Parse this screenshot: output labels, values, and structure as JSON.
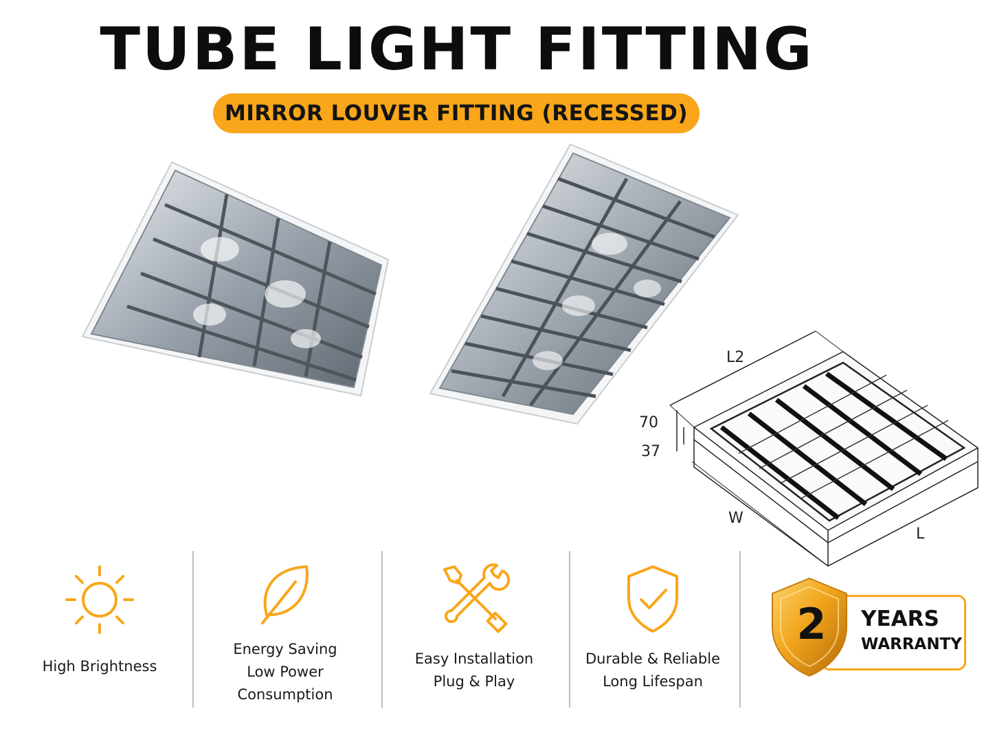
{
  "title": "TUBE LIGHT FITTING",
  "subtitle": "MIRROR LOUVER FITTING (RECESSED)",
  "colors": {
    "accent": "#f9a61a",
    "text": "#111111",
    "divider": "#bdbdbd"
  },
  "diagram": {
    "labels": {
      "l2": "L2",
      "h70": "70",
      "h37": "37",
      "w": "W",
      "l": "L"
    }
  },
  "features": [
    {
      "icon": "sun-icon",
      "lines": [
        "High Brightness"
      ]
    },
    {
      "icon": "leaf-icon",
      "lines": [
        "Energy Saving",
        "Low Power",
        "Consumption"
      ]
    },
    {
      "icon": "tools-icon",
      "lines": [
        "Easy Installation",
        "Plug & Play"
      ]
    },
    {
      "icon": "shield-check-icon",
      "lines": [
        "Durable & Reliable",
        "Long Lifespan"
      ]
    }
  ],
  "warranty": {
    "number": "2",
    "years": "YEARS",
    "word": "WARRANTY"
  }
}
